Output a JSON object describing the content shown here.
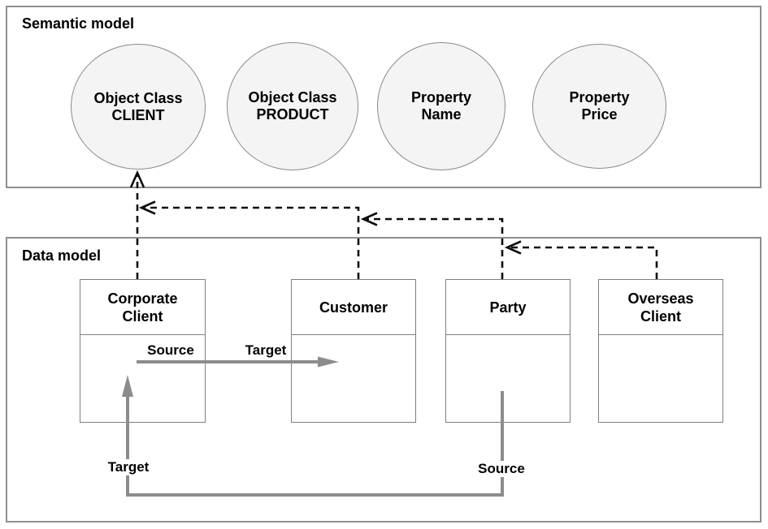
{
  "diagram": {
    "semantic_model": {
      "label": "Semantic model",
      "nodes": [
        {
          "name": "object-class-client",
          "line1": "Object Class",
          "line2": "CLIENT"
        },
        {
          "name": "object-class-product",
          "line1": "Object Class",
          "line2": "PRODUCT"
        },
        {
          "name": "property-name",
          "line1": "Property",
          "line2": "Name"
        },
        {
          "name": "property-price",
          "line1": "Property",
          "line2": "Price"
        }
      ]
    },
    "data_model": {
      "label": "Data model",
      "entities": [
        {
          "name": "corporate-client",
          "line1": "Corporate",
          "line2": "Client"
        },
        {
          "name": "customer",
          "line1": "Customer",
          "line2": ""
        },
        {
          "name": "party",
          "line1": "Party",
          "line2": ""
        },
        {
          "name": "overseas-client",
          "line1": "Overseas",
          "line2": "Client"
        }
      ]
    },
    "relation_labels": {
      "top_source": "Source",
      "top_target": "Target",
      "bottom_target": "Target",
      "bottom_source": "Source"
    },
    "colors": {
      "background": "#ffffff",
      "panel_border": "#8e8e8e",
      "node_fill": "#f4f4f4",
      "node_border": "#8a8a8a",
      "entity_border": "#7f7f7f",
      "mapping_arrow": "#0d0d0d",
      "relation_arrow": "#8c8c8c",
      "text": "#000000"
    }
  }
}
